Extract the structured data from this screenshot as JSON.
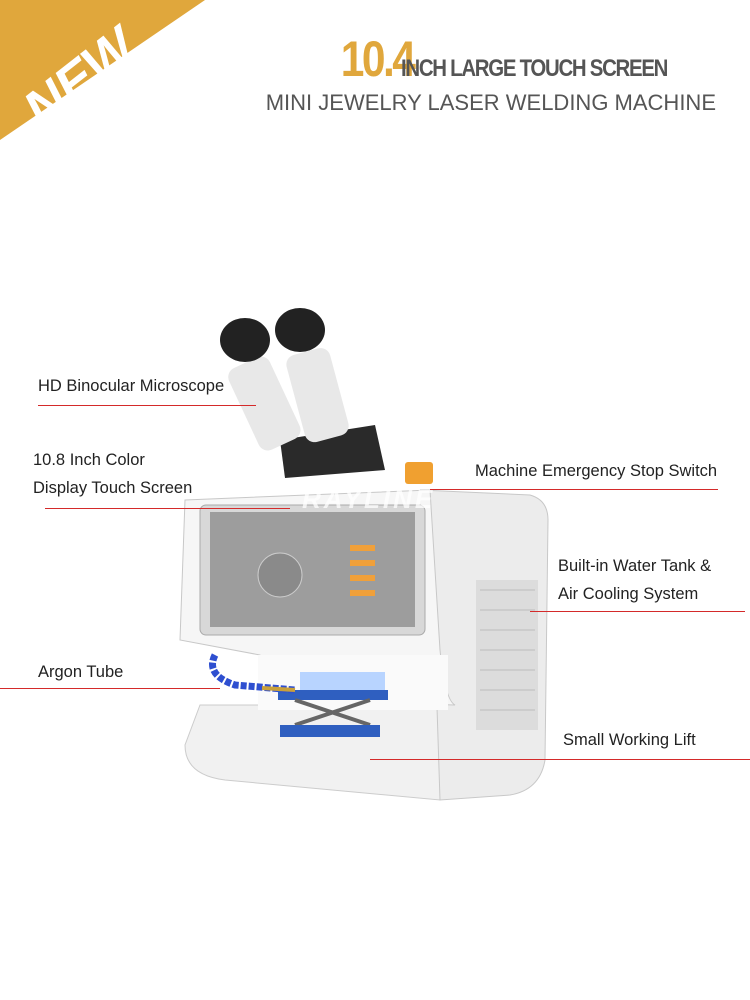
{
  "badge": {
    "label": "NEW",
    "color": "#e0a73c"
  },
  "header": {
    "size": "10.4",
    "subtitle": "INCH LARGE TOUCH SCREEN",
    "product": "MINI JEWELRY LASER WELDING MACHINE"
  },
  "watermark": "RAYLINE",
  "callouts": {
    "microscope": "HD Binocular Microscope",
    "display_1": "10.8 Inch Color",
    "display_2": "Display Touch Screen",
    "stop": "Machine Emergency Stop Switch",
    "cooling_1": "Built-in Water Tank &",
    "cooling_2": "Air Cooling System",
    "argon": "Argon Tube",
    "lift": "Small Working Lift"
  },
  "colors": {
    "accent": "#e0a73c",
    "line": "#d42a2a",
    "text": "#555555"
  }
}
